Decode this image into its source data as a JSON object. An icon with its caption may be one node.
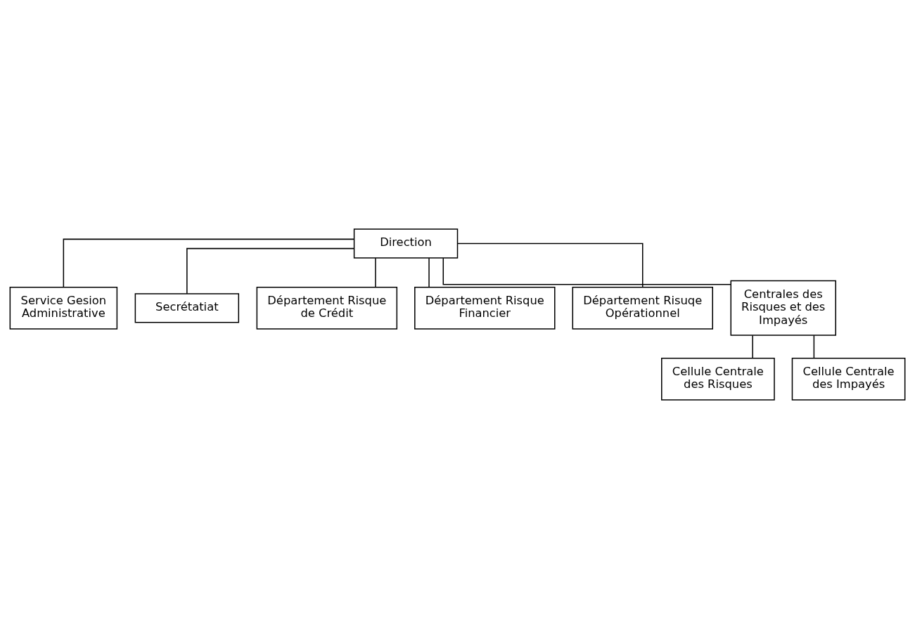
{
  "diagram": {
    "nodes": [
      {
        "text": [
          "Direction"
        ]
      },
      {
        "text": [
          "Service Gesion Administrative"
        ]
      },
      {
        "text": [
          "Secrétatiat"
        ]
      },
      {
        "text": [
          "Département Risque de Crédit"
        ]
      },
      {
        "text": [
          "Département Risque Financier"
        ]
      },
      {
        "text": [
          "Département Risuqe Opérationnel"
        ]
      },
      {
        "text": [
          "Centrales des Risques et des Impayés"
        ]
      },
      {
        "text": [
          "Cellule Centrale des Risques"
        ]
      },
      {
        "text": [
          "Cellule Centrale des Impayés"
        ]
      }
    ],
    "edges": [
      {
        "from": 0,
        "to": 1,
        "arrow": "none"
      },
      {
        "from": 0,
        "to": 2,
        "arrow": "none"
      },
      {
        "from": 0,
        "to": 3,
        "arrow": "none"
      },
      {
        "from": 0,
        "to": 4,
        "arrow": "none"
      },
      {
        "from": 0,
        "to": 5,
        "arrow": "none"
      },
      {
        "from": 0,
        "to": 6,
        "arrow": "none"
      },
      {
        "from": 6,
        "to": 7,
        "arrow": "none"
      },
      {
        "from": 6,
        "to": 8,
        "arrow": "none"
      }
    ]
  }
}
